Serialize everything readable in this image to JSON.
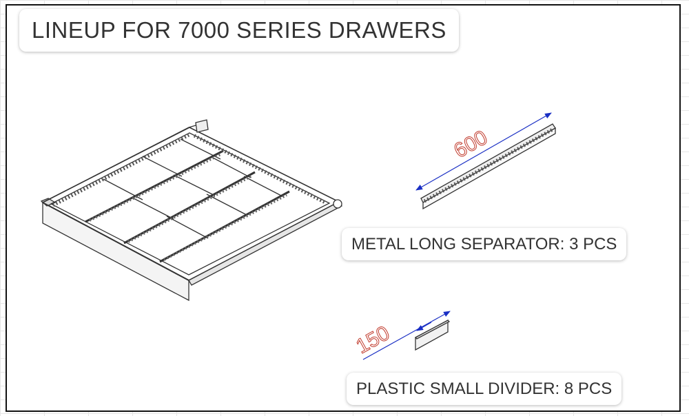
{
  "title": "LINEUP FOR 7000 SERIES DRAWERS",
  "items": [
    {
      "label": "METAL LONG SEPARATOR: 3 PCS",
      "dimension": "600"
    },
    {
      "label": "PLASTIC SMALL DIVIDER: 8 PCS",
      "dimension": "150"
    }
  ],
  "colors": {
    "frame": "#111111",
    "label_text": "#333333",
    "dimension_text": "#c0392b",
    "dimension_arrow": "#1a2fc4",
    "line_art": "#333333"
  }
}
